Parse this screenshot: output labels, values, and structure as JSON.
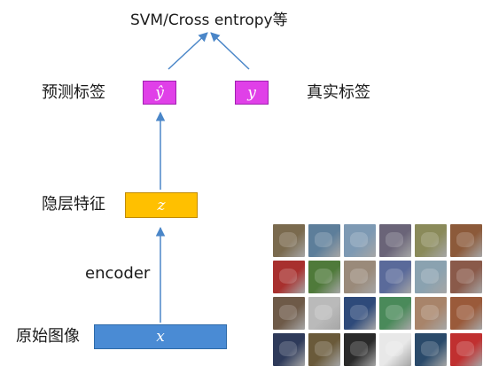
{
  "loss": {
    "text": "SVM/Cross entropy等"
  },
  "predicted": {
    "label": "预测标签",
    "symbol": "ŷ",
    "color": "#e040e8"
  },
  "truth": {
    "label": "真实标签",
    "symbol": "y",
    "color": "#e040e8"
  },
  "hidden": {
    "label": "隐层特征",
    "symbol": "z",
    "color": "#ffc000"
  },
  "encoder": {
    "label": "encoder"
  },
  "input": {
    "label": "原始图像",
    "symbol": "x",
    "color": "#4a8bd4"
  },
  "arrow_color": "#4a86c8",
  "image_grid": {
    "rows": 4,
    "cols": 6,
    "tiles": [
      "#7a6a4e",
      "#5d7e9a",
      "#7d99b3",
      "#6a6478",
      "#8a8a5a",
      "#8c5a3a",
      "#a8302e",
      "#4f7a3a",
      "#9a8a7a",
      "#5a6a9a",
      "#8aa2b0",
      "#8a5a4a",
      "#6e5a48",
      "#bababa",
      "#2e4a7a",
      "#4a8a5a",
      "#a8846a",
      "#9a5a3a",
      "#2e3a5a",
      "#6a5a3a",
      "#2a2a2a",
      "#e8e8e8",
      "#2a4a6a",
      "#c03030"
    ]
  }
}
